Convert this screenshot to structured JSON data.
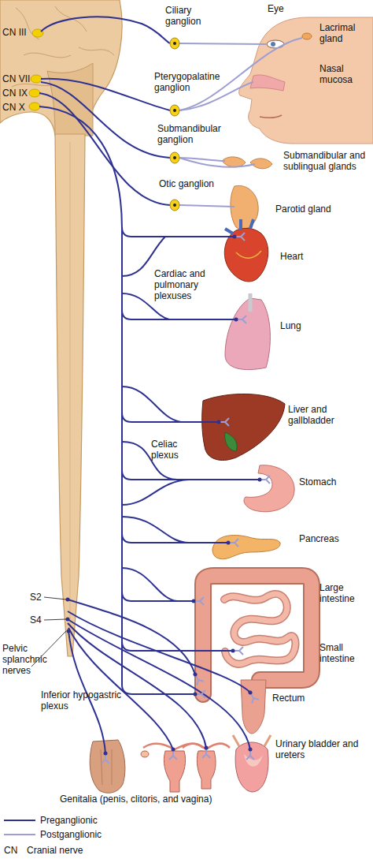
{
  "diagram": {
    "labels": [
      "CN III",
      "Ciliary ganglion",
      "Eye",
      "CN VII",
      "CN IX",
      "CN X",
      "Lacrimal gland",
      "Pterygopalatine ganglion",
      "Nasal mucosa",
      "Submandibular ganglion",
      "Submandibular and sublingual glands",
      "Otic ganglion",
      "Parotid gland",
      "Heart",
      "Cardiac and pulmonary plexuses",
      "Lung",
      "Liver and gallbladder",
      "Celiac plexus",
      "Stomach",
      "Pancreas",
      "Large intestine",
      "Small intestine",
      "S2",
      "S4",
      "Pelvic splanchnic nerves",
      "Rectum",
      "Inferior hypogastric plexus",
      "Urinary bladder and ureters",
      "Genitalia (penis, clitoris, and vagina)",
      "CN",
      "Cranial nerve"
    ],
    "legend": [
      {
        "text": "Preganglionic"
      },
      {
        "text": "Postganglionic"
      }
    ]
  }
}
